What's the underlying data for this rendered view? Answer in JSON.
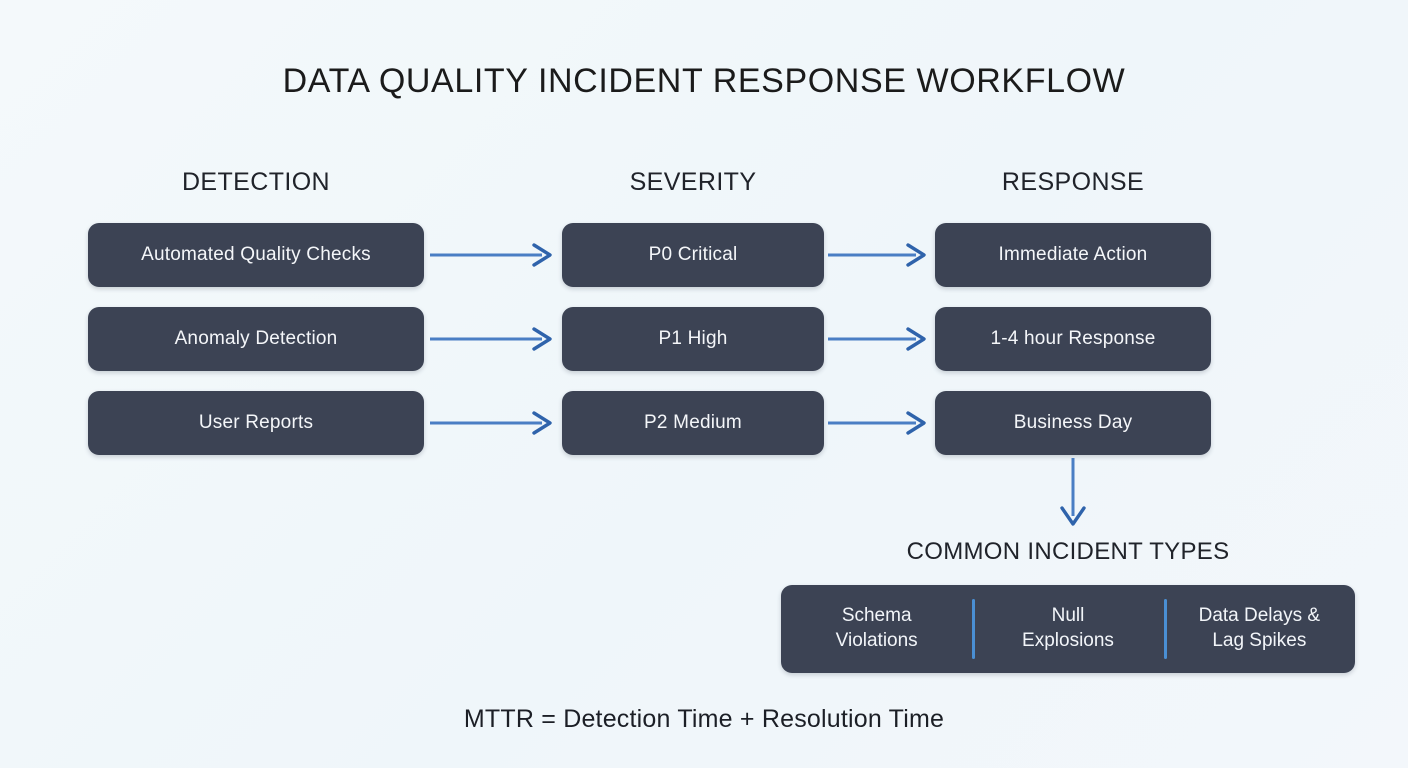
{
  "title": "DATA QUALITY INCIDENT RESPONSE WORKFLOW",
  "columns": [
    {
      "header": "DETECTION"
    },
    {
      "header": "SEVERITY"
    },
    {
      "header": "RESPONSE"
    }
  ],
  "rows": [
    {
      "detection": "Automated Quality Checks",
      "severity": "P0 Critical",
      "response": "Immediate Action"
    },
    {
      "detection": "Anomaly Detection",
      "severity": "P1 High",
      "response": "1-4 hour Response"
    },
    {
      "detection": "User Reports",
      "severity": "P2 Medium",
      "response": "Business Day"
    }
  ],
  "incident_types": {
    "label": "COMMON INCIDENT TYPES",
    "items": [
      {
        "line1": "Schema",
        "line2": "Violations"
      },
      {
        "line1": "Null",
        "line2": "Explosions"
      },
      {
        "line1": "Data Delays &",
        "line2": "Lag Spikes"
      }
    ]
  },
  "footer": "MTTR = Detection Time + Resolution Time",
  "colors": {
    "background": "#f2f7fa",
    "box_fill": "#3c4354",
    "box_text": "#f4f6f9",
    "arrow": "#4a7ec4",
    "arrow_head": "#2f63ab",
    "divider": "#4a8fd4",
    "heading_text": "#20232a"
  }
}
